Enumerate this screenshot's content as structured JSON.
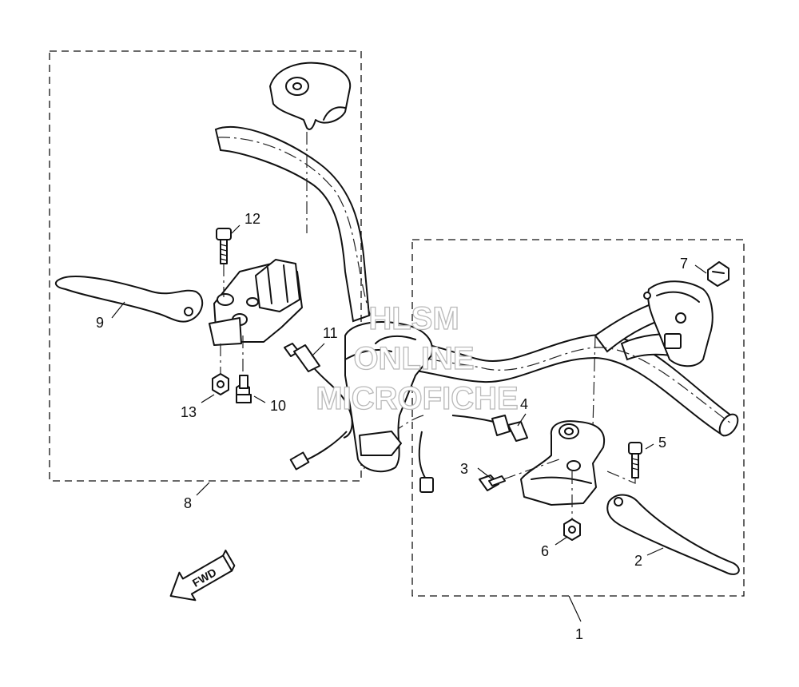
{
  "callouts": {
    "c1": "1",
    "c2": "2",
    "c3": "3",
    "c4": "4",
    "c5": "5",
    "c6": "6",
    "c7": "7",
    "c8": "8",
    "c9": "9",
    "c10": "10",
    "c11": "11",
    "c12": "12",
    "c13": "13"
  },
  "watermark": {
    "line1": "HLSM",
    "line2": "ONLINE",
    "line3": "MICROFICHE"
  },
  "fwd_label": "FWD",
  "colors": {
    "ink": "#111111",
    "watermark": "#b9b9b9",
    "background": "#ffffff"
  }
}
